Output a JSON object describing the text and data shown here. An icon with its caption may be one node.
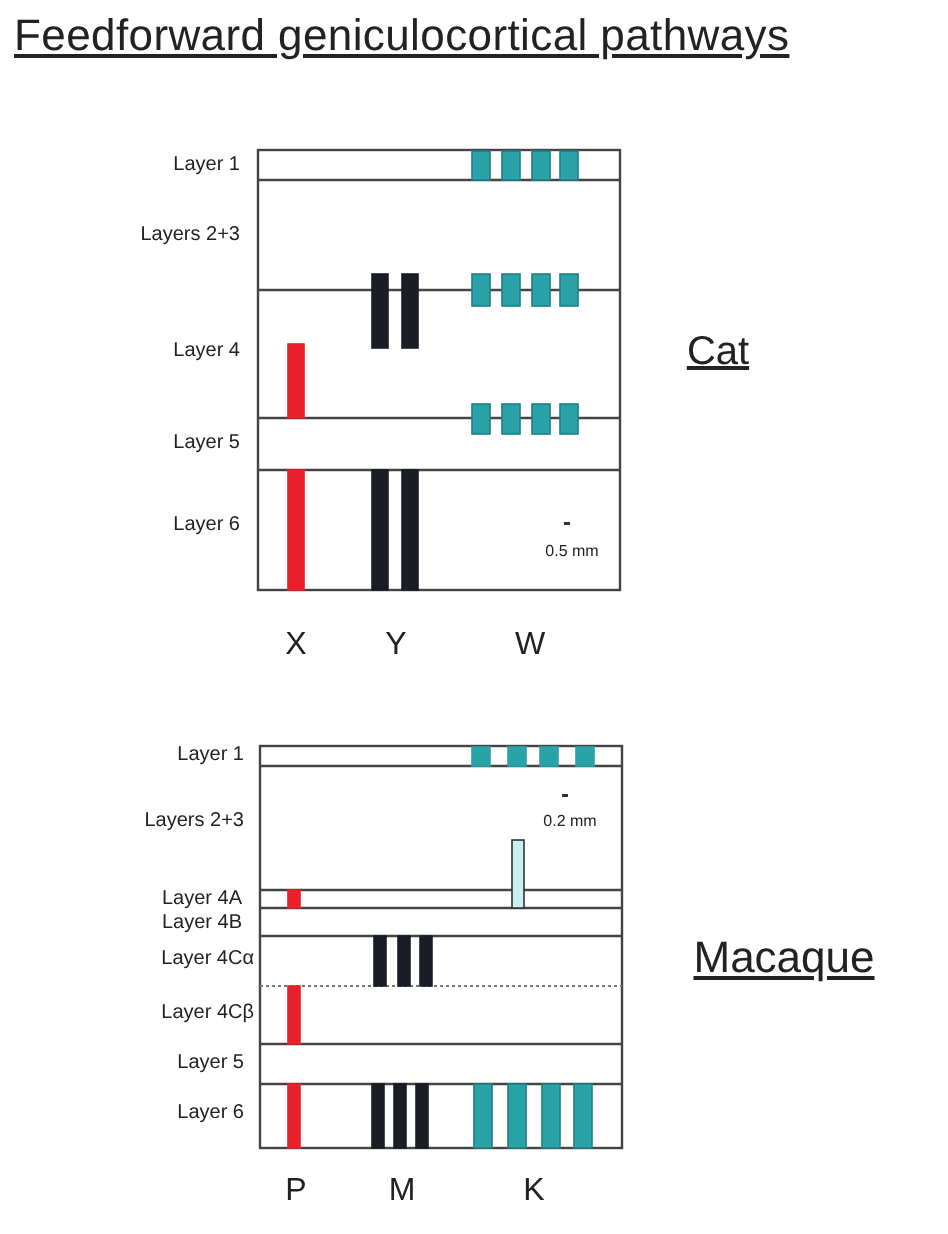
{
  "diagram": {
    "title": "Feedforward geniculocortical pathways",
    "labels": [
      "Layer 1",
      "Layers 2+3",
      "Layer 4",
      "Cat",
      "Layer 5",
      "Layer 6",
      "0.5 mm",
      "X",
      "Y",
      "W",
      "Layer 1",
      "Layers 2+3",
      "0.2 mm",
      "Layer 4A",
      "Layer 4B",
      "Layer 4Cα",
      "Macaque",
      "Layer 4Cβ",
      "Layer 5",
      "Layer 6",
      "P",
      "M",
      "K"
    ]
  }
}
